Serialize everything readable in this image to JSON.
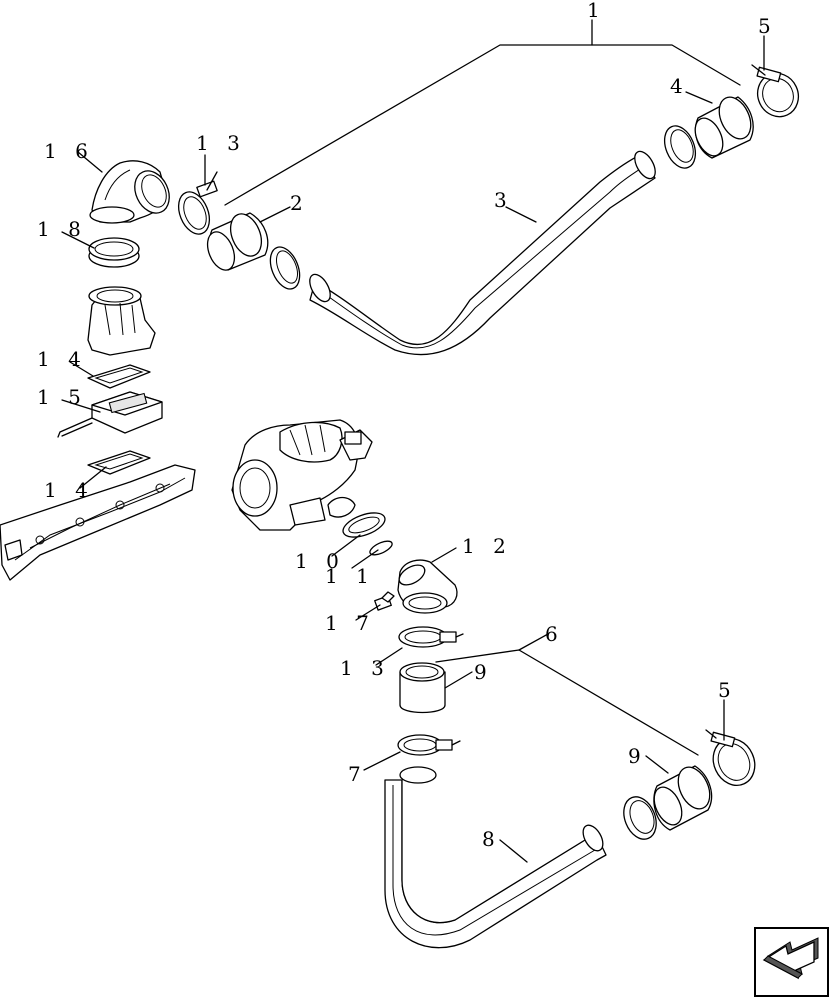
{
  "labels": {
    "p1": "1",
    "p2": "2",
    "p3": "3",
    "p4": "4",
    "p5a": "5",
    "p5b": "5",
    "p6": "6",
    "p7": "7",
    "p8": "8",
    "p9a": "9",
    "p9b": "9",
    "p10": "1 0",
    "p11": "1 1",
    "p12": "1 2",
    "p13a": "1 3",
    "p13b": "1 3",
    "p14a": "1 4",
    "p14b": "1 4",
    "p15": "1 5",
    "p16": "1 6",
    "p17": "1 7",
    "p18": "1 8"
  },
  "icons": {
    "corner": "direction-arrow-icon"
  }
}
